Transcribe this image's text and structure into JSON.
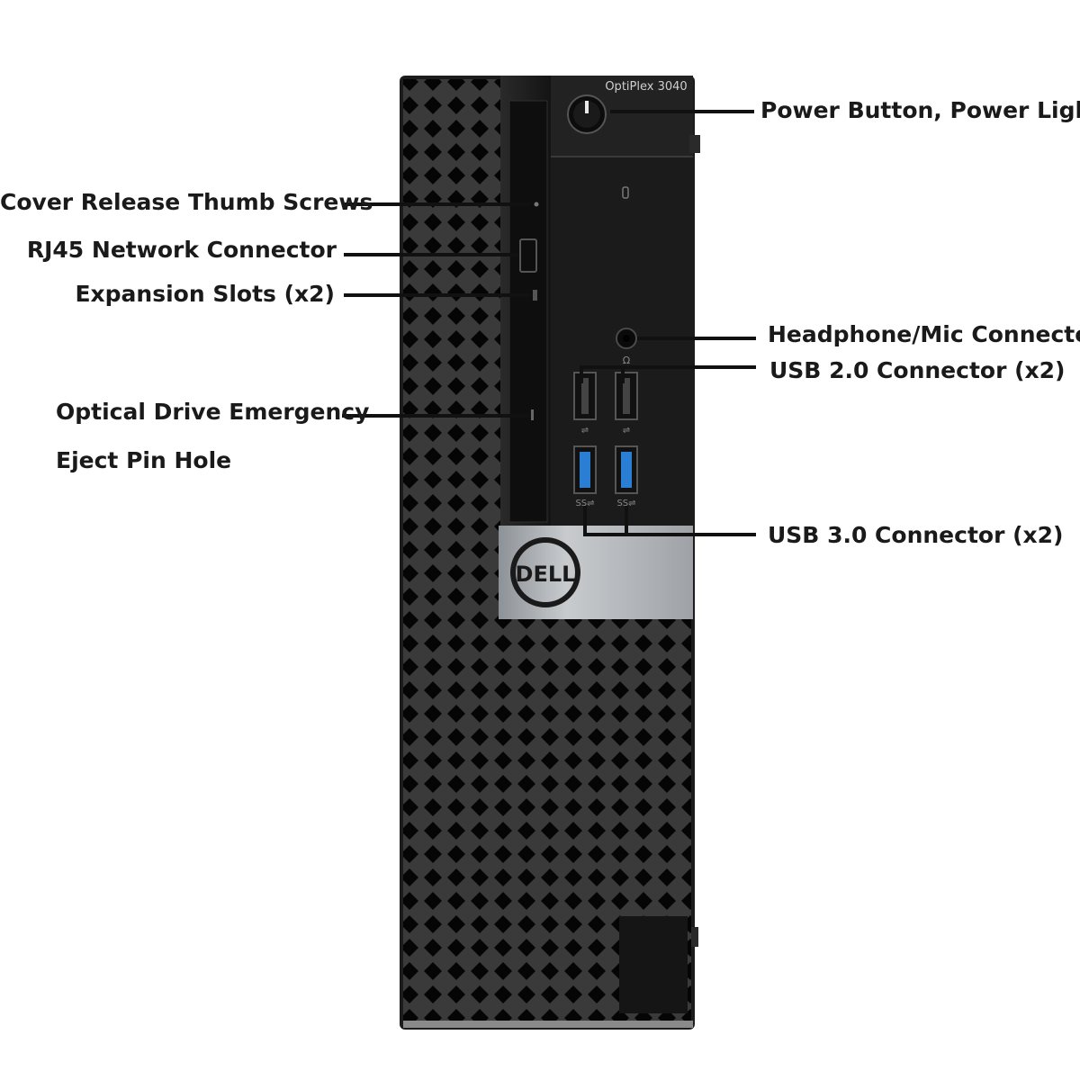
{
  "product": {
    "model_badge": "OptiPlex 3040",
    "brand_logo_text": "DELL"
  },
  "callouts": {
    "power": "Power Button, Power Light",
    "cover_release": "Cover Release Thumb Screws",
    "rj45": "RJ45 Network Connector",
    "expansion": "Expansion Slots (x2)",
    "optical_line1": "Optical Drive Emergency",
    "optical_line2": "Eject Pin Hole",
    "headphone": "Headphone/Mic Connector",
    "usb2": "USB 2.0 Connector (x2)",
    "usb3": "USB 3.0 Connector (x2)"
  },
  "colors": {
    "chassis": "#1c1c1c",
    "mesh_hole": "#050505",
    "mesh_rib": "#3a3a3a",
    "usb3_blue": "#2a7fd4",
    "badge_silver": "#a9adb1",
    "leader_line": "#111111"
  }
}
